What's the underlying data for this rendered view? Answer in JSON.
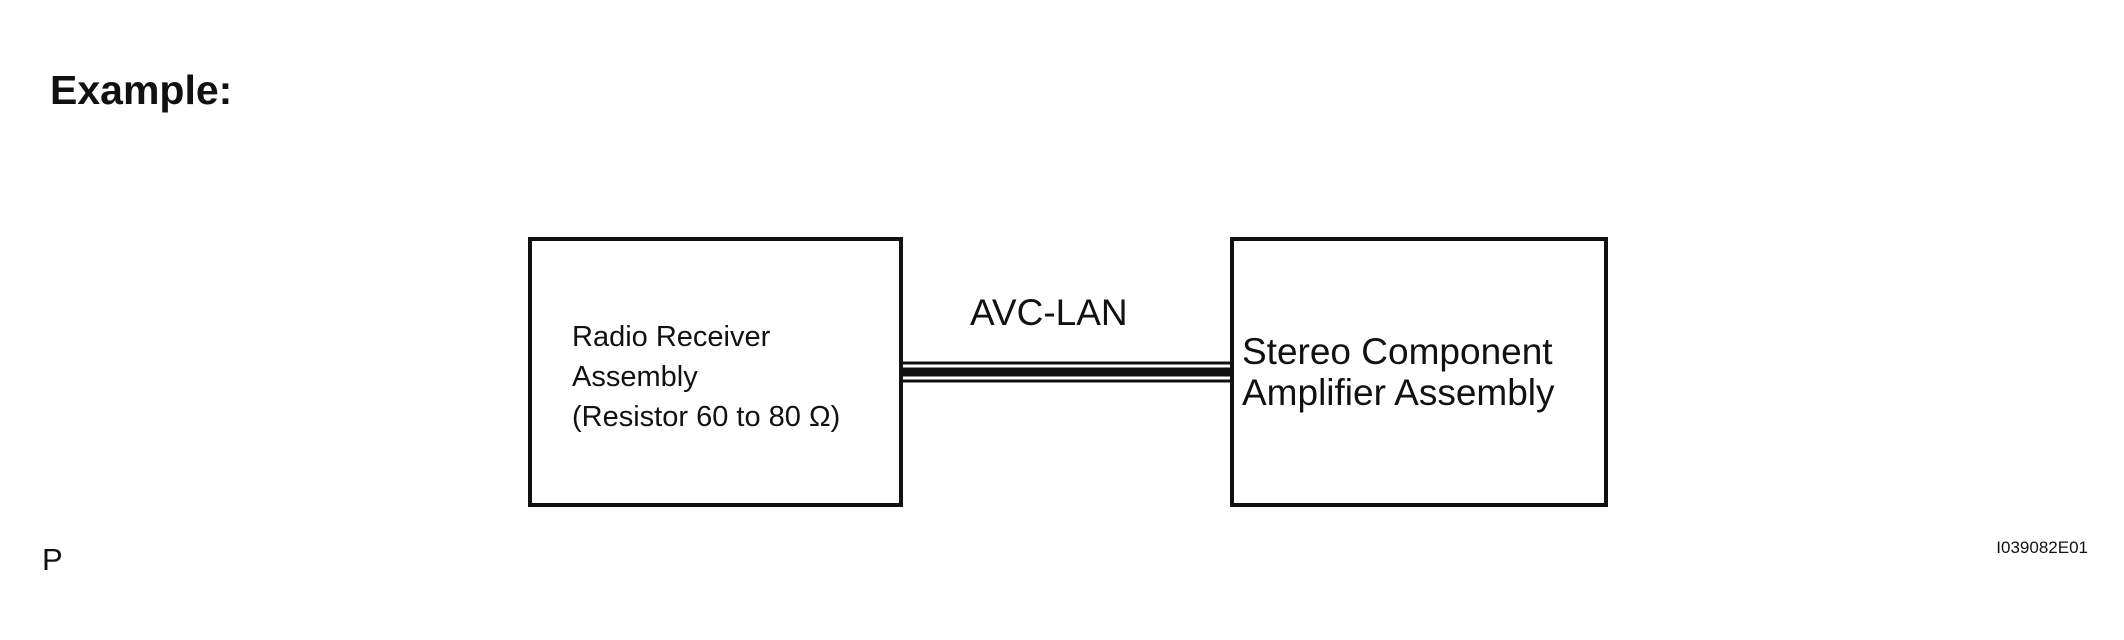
{
  "heading": "Example:",
  "left_box": {
    "lines": [
      "Radio Receiver",
      "Assembly",
      "(Resistor 60 to 80 Ω)"
    ]
  },
  "right_box": {
    "lines": [
      "Stereo Component",
      "Amplifier Assembly"
    ]
  },
  "connection": {
    "label": "AVC-LAN"
  },
  "footer": {
    "left_mark": "P",
    "figure_code": "I039082E01"
  }
}
